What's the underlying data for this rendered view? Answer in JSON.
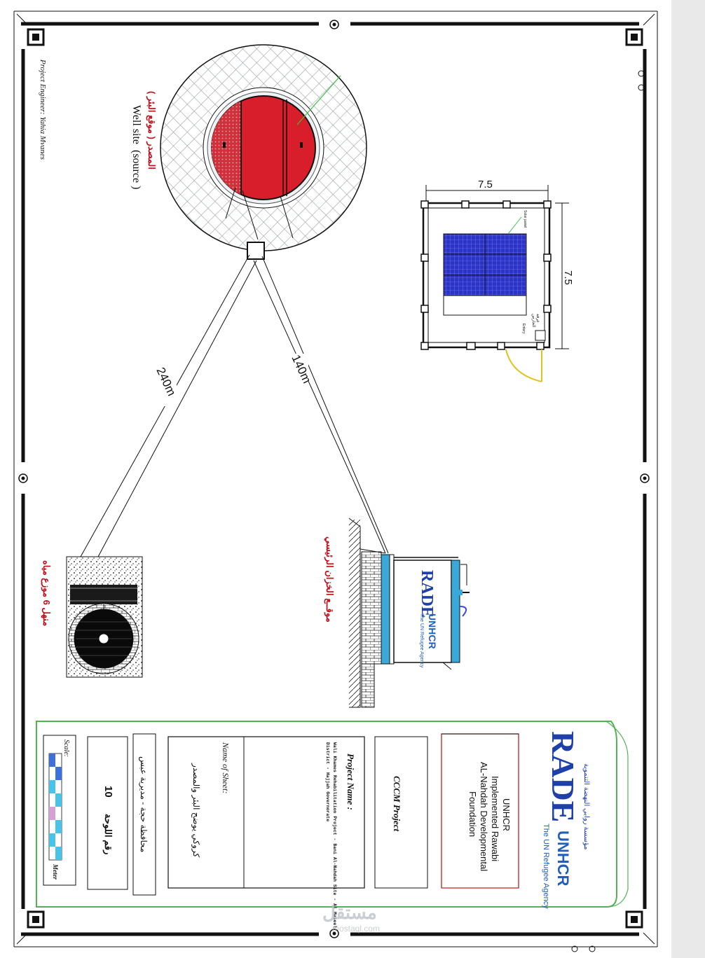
{
  "well": {
    "label_ar": "( موقع البئر ) المصدر",
    "label_en_1": "Well site",
    "label_en_2": "(source )"
  },
  "engineer": "Project Engineer: Yahia Mvanes",
  "dimensions": {
    "room_width": "7.5",
    "room_length": "7.5",
    "dist_a": "240m",
    "dist_b": "140m"
  },
  "room": {
    "solar_label": "Solar panel",
    "entry_label": "Entery",
    "room_ar_1": "غرفة",
    "room_ar_2": "الحارس"
  },
  "tank": {
    "label_ar": "موقــع الخزان الرئيسي",
    "rade": "RADE",
    "unhcr": "UNHCR",
    "agency": "The UN Refugee Agency"
  },
  "distribution": {
    "label_ar": "منهل 6 موزع مياه"
  },
  "title_block": {
    "org_1": "UNHCR",
    "org_2": "Implemented Rawabi",
    "org_3": "AL-Nahdah Developmental",
    "org_4": "Foundation",
    "project_short": "CCCM Project",
    "project_name_label": "Project Name :",
    "project_name_text": "Wali Khames Rehabilitation Project - Bani Al-Nahdah Site - Al Maseel",
    "project_location": "District - Hajjah Governorate",
    "sheet_name_label": "Name of Sheet:",
    "sheet_name_ar": "كروكي يوضح البئر والمصدر",
    "sheet_no": "10",
    "sheet_no_ar": "رقم اللوحة",
    "location_ar": "محافظة حجة - مديرية عبس",
    "scale_label": "Scale:",
    "meter_label": "Meter",
    "rade_logo": "RADE",
    "rade_ar": "مؤسسة روابي النهضة التنموية",
    "unhcr_logo": "UNHCR",
    "unhcr_tag": "The UN Refugee Agency"
  },
  "watermark": {
    "ar": "مستقل",
    "url": "mostaql.com"
  }
}
